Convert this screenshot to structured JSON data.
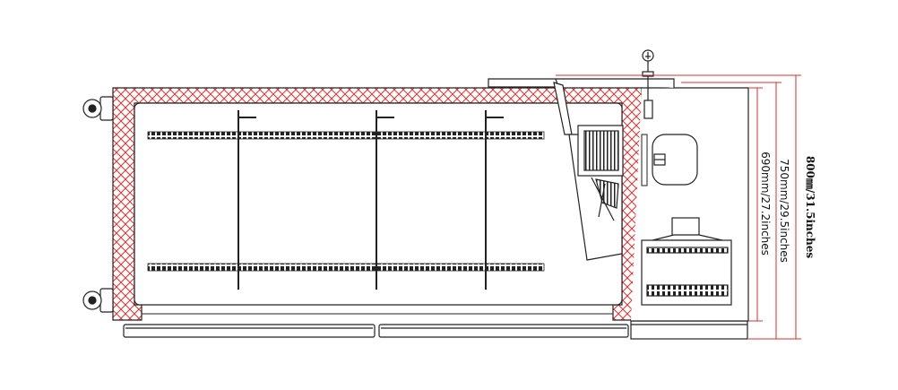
{
  "dimensions": {
    "outer": "800㎜/31.5inches",
    "middle": "750mm/29.5inches",
    "inner": "690mm/27.2inches"
  },
  "colors": {
    "insulation": "#e03030",
    "dimension_line": "#d03030",
    "outline": "#222222"
  }
}
